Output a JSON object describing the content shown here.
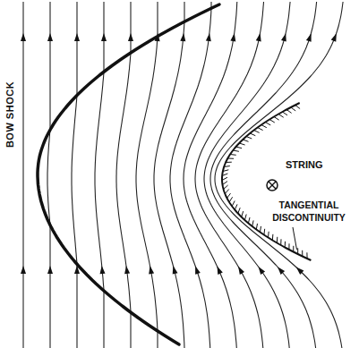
{
  "diagram": {
    "labels": [
      "BOW SHOCK",
      "STRING",
      "TANGENTIAL DISCONTINUITY"
    ]
  }
}
